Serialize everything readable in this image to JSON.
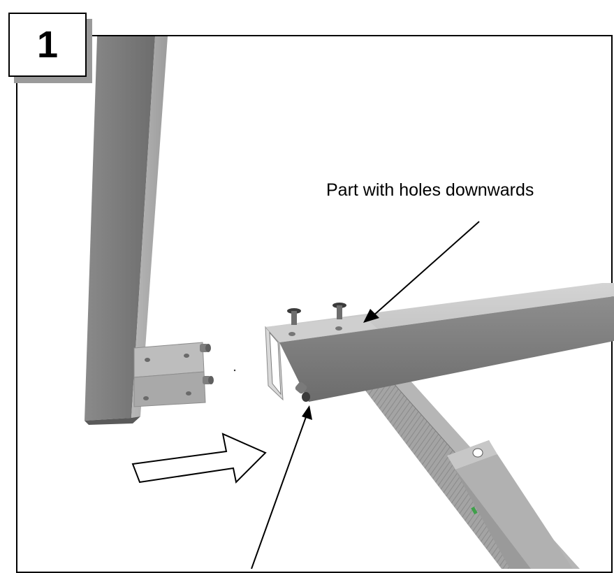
{
  "step": {
    "number": "1"
  },
  "callout": {
    "text": "Part with holes downwards"
  },
  "colors": {
    "steel_light": "#c9c9c9",
    "steel_mid": "#a6a6a6",
    "steel_dark": "#6f6f6f",
    "outline": "#000000",
    "green_accent": "#3fa04a"
  },
  "icons": [
    "insert-direction-arrow",
    "callout-arrow",
    "screw"
  ]
}
